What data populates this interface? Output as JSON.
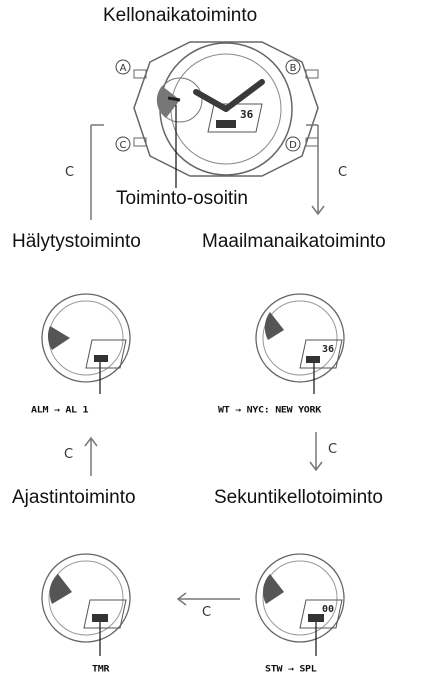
{
  "modes": {
    "timekeeping": "Kellonaikatoiminto",
    "mode_indicator": "Toiminto-osoitin",
    "alarm": "Hälytystoiminto",
    "world_time": "Maailmanaikatoiminto",
    "timer": "Ajastintoiminto",
    "stopwatch": "Sekuntikellotoiminto"
  },
  "buttons": {
    "a": "A",
    "b": "B",
    "c": "C",
    "d": "D"
  },
  "arrow_label": "C",
  "codes": {
    "alarm": "ALM → AL 1",
    "world_time": "WT → NYC: NEW  YORK",
    "timer": "TMR",
    "stopwatch": "STW → SPL"
  },
  "display": {
    "main_digits": "36",
    "world_digits": "36",
    "stopwatch_digits": "00"
  },
  "colors": {
    "indicator": "#4a4a4a",
    "outline": "#555555",
    "hands": "#3a3a3a"
  }
}
